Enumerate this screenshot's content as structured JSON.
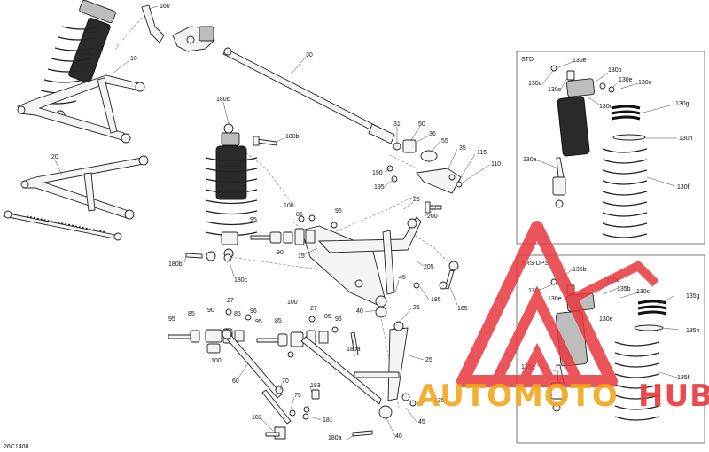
{
  "diagram_code": "26C1408",
  "boxes": {
    "std_title": "STD",
    "xrs_title": "XRS-DPS"
  },
  "watermark": {
    "text_part1": "AUTOMOTO",
    "text_part2": "HUB",
    "colors": {
      "red": "#e8383d",
      "orange": "#f2a71b"
    }
  },
  "labels": [
    "160",
    "10",
    "30",
    "20",
    "180c",
    "180b",
    "31",
    "50",
    "36",
    "55",
    "35",
    "115",
    "110",
    "190",
    "195",
    "26",
    "100",
    "85",
    "96",
    "95",
    "90",
    "200",
    "180b",
    "180c",
    "15",
    "205",
    "45",
    "185",
    "165",
    "40",
    "26",
    "95",
    "85",
    "90",
    "27",
    "85",
    "96",
    "100",
    "85",
    "27",
    "85",
    "96",
    "95",
    "100",
    "180a",
    "25",
    "60",
    "70",
    "75",
    "183",
    "182",
    "181",
    "135",
    "45",
    "40",
    "180a",
    "130e",
    "130d",
    "130c",
    "130b",
    "130e",
    "130d",
    "130c",
    "130a",
    "130g",
    "130h",
    "130f",
    "135b",
    "130d",
    "130c",
    "135b",
    "130c",
    "130e",
    "130e",
    "135a",
    "135g",
    "135h",
    "135f"
  ]
}
